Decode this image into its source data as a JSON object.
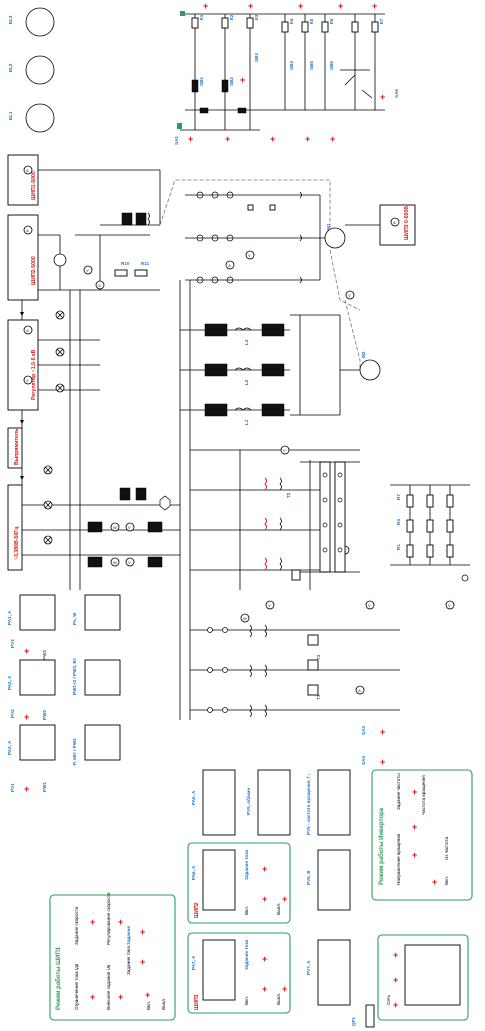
{
  "lamps_top": [
    "EL3",
    "EL2",
    "EL1"
  ],
  "contactor_labels": [
    "К1",
    "К2",
    "К3",
    "К4",
    "К5",
    "К6",
    "К7"
  ],
  "relay_labels": [
    "SB1",
    "SB2",
    "SB3",
    "SB4",
    "SB5",
    "SB6",
    "SA1",
    "SA2",
    "SA3",
    "SA4",
    "SA5",
    "SA6"
  ],
  "source_blocks": {
    "inv": "ШИП1-5000",
    "rect": "ШИП2-5000",
    "reg": "Регулятор ~1,5-0 кВ",
    "trans": "Выпрямитель",
    "supply": "~3,380В-50Гц",
    "pwm3": "ШИП3 0-500В"
  },
  "meters": [
    "PA1",
    "PA2",
    "PA3",
    "PA4",
    "PA5",
    "PA6",
    "PA7",
    "PV1",
    "PV2",
    "PV3",
    "PV4",
    "PV5",
    "PV6",
    "PW1",
    "PW2",
    "PW3"
  ],
  "motors": [
    "M1",
    "M2",
    "M3"
  ],
  "transformers": [
    "T1",
    "T2",
    "T3"
  ],
  "resistors": [
    "R1",
    "R2",
    "R3",
    "R4",
    "R5",
    "R6",
    "R7",
    "R8",
    "R9",
    "R10",
    "R11"
  ],
  "inductors": [
    "L1",
    "L2",
    "L3"
  ],
  "panel_left": {
    "pa1": "PA1, A",
    "pa2": "PA2, A",
    "pa3": "PA3, A",
    "pv1": "PV1",
    "pv2": "PV2",
    "pv3": "PV3",
    "pw1": "PW1",
    "pw2": "PW2",
    "pw3": "PW3",
    "p_total": "P, кВт / PW3",
    "pw_pw2": "PW1+2 / PW3, Вт",
    "ps": "Ps, W",
    "pw1ab": "PW1, кВт"
  },
  "panel_mid": {
    "pa5": "PA5, A",
    "pv5": "PV5, об/мин",
    "pv_sync": "PV5 - частота вращения, f ₁",
    "pa6": "PA6, A",
    "pv6": "PV6, В",
    "pa7": "PA7, A",
    "pv7": "PV7, A"
  },
  "mode_shim1": {
    "title": "Режим работы ШИП1",
    "items": [
      "Ограничение тока Iдв",
      "Задание скорости",
      "Регулирование скорости",
      "Внешнее задание Uв",
      "Задание тока",
      "Задание",
      "Uз",
      "Вкл.",
      "Выкл."
    ]
  },
  "mode_shim2": {
    "title": "ШИП2",
    "items": [
      "Задание тока",
      "Вкл.",
      "Выкл."
    ]
  },
  "mode_shim3": {
    "title": "ШИП3",
    "items": [
      "Задание тока",
      "Вкл.",
      "Выкл."
    ]
  },
  "mode_inverter": {
    "title": "Режим работы Инвертора",
    "items": [
      "Задание частоты",
      "Частота вращения",
      "Направление вращения",
      "Вкл.",
      "Uз частота"
    ]
  },
  "net": {
    "title": "Сеть",
    "label": "QF1"
  },
  "colors": {
    "accent_red": "#d11111",
    "accent_blue": "#1976d2",
    "panel_green": "#2a9d5c"
  }
}
